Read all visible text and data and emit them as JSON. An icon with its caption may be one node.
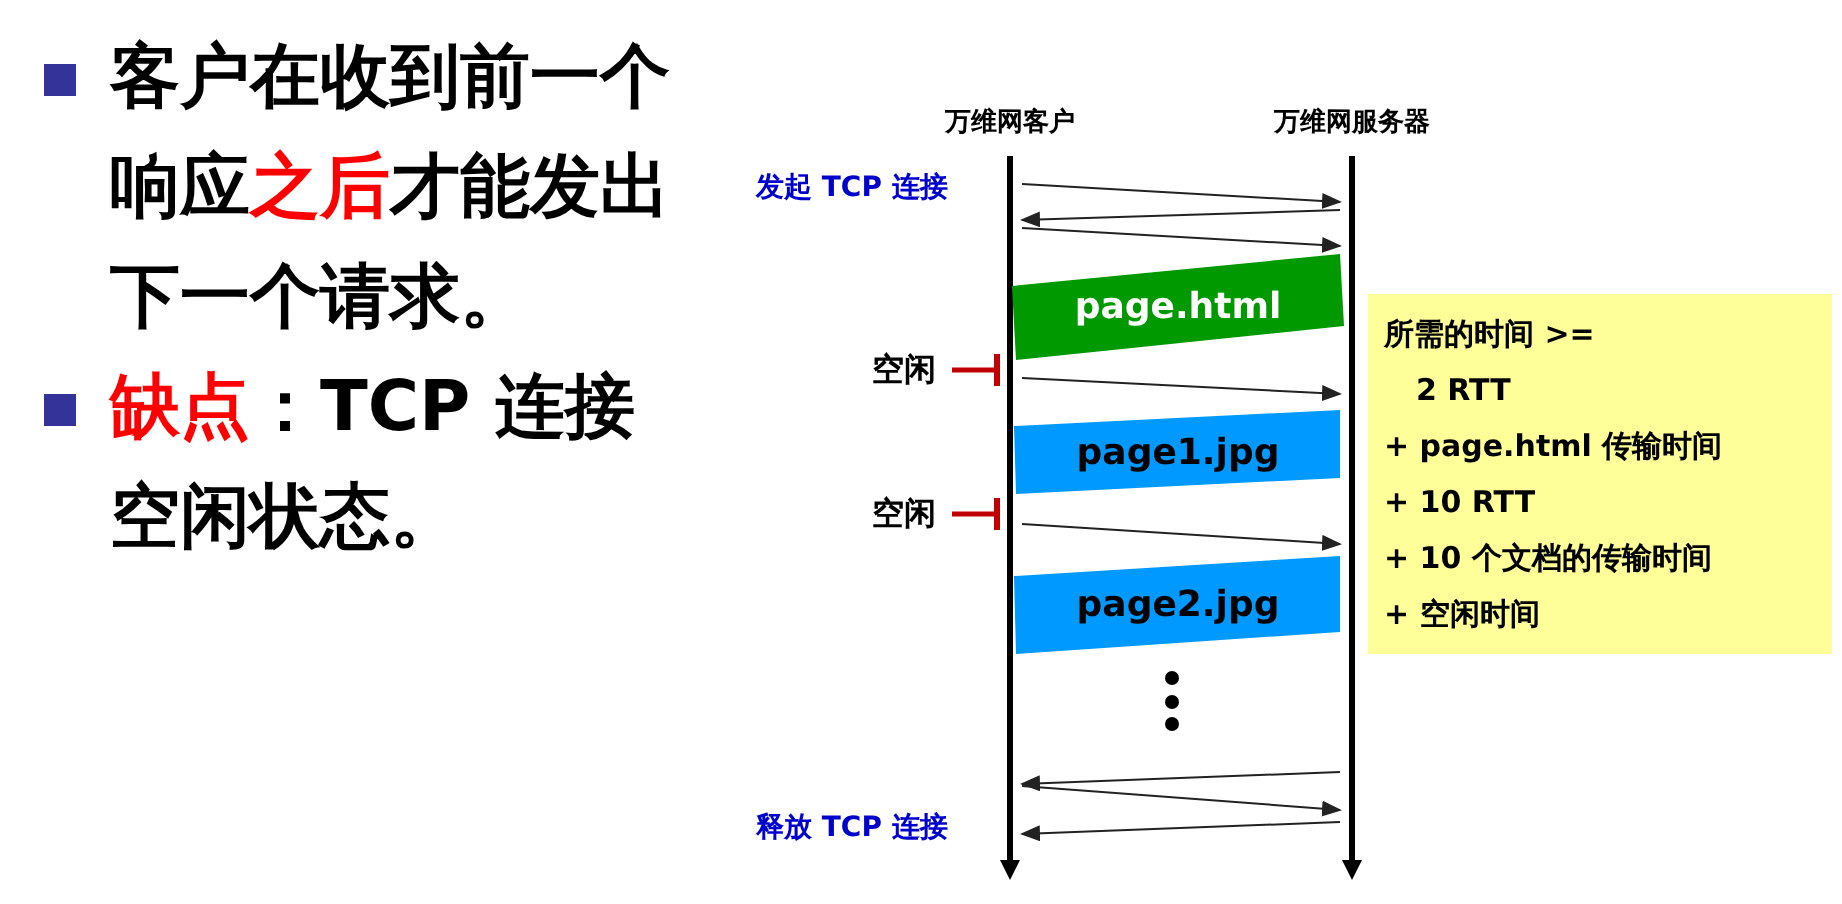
{
  "diagram": {
    "nodes": [
      {
        "text": [
          "万维网客户"
        ]
      },
      {
        "text": [
          "万维网服务器"
        ]
      },
      {
        "text": [
          "page.html"
        ]
      },
      {
        "text": [
          "page1.jpg"
        ]
      },
      {
        "text": [
          "page2.jpg"
        ]
      },
      {
        "text": [
          "空闲"
        ]
      },
      {
        "text": [
          "空闲"
        ]
      },
      {
        "text": [
          "所需的时间 >=",
          "2 RTT",
          "+ page.html 传输时间",
          "+ 10 RTT",
          "+ 10 个文档的传输时间",
          "+ 空闲时间"
        ]
      }
    ],
    "edges": [
      {
        "from": 0,
        "to": 1,
        "arrow": "to"
      },
      {
        "from": 1,
        "to": 0,
        "arrow": "to"
      },
      {
        "from": 0,
        "to": 1,
        "arrow": "to"
      },
      {
        "from": 0,
        "to": 1,
        "arrow": "to"
      },
      {
        "from": 0,
        "to": 1,
        "arrow": "to"
      },
      {
        "from": 1,
        "to": 0,
        "arrow": "to"
      },
      {
        "from": 0,
        "to": 1,
        "arrow": "to"
      },
      {
        "from": 1,
        "to": 0,
        "arrow": "to"
      },
      {
        "from": 5,
        "to": 0,
        "arrow": "other",
        "color": "#c00000",
        "style": "thick"
      },
      {
        "from": 6,
        "to": 0,
        "arrow": "other",
        "color": "#c00000",
        "style": "thick"
      }
    ],
    "labels": [
      "客户在收到前一个响应",
      "之后",
      "才能发出下一个请求。",
      "缺点",
      "：TCP 连接空闲状态。",
      "发起 TCP 连接",
      "释放 TCP 连接"
    ]
  }
}
